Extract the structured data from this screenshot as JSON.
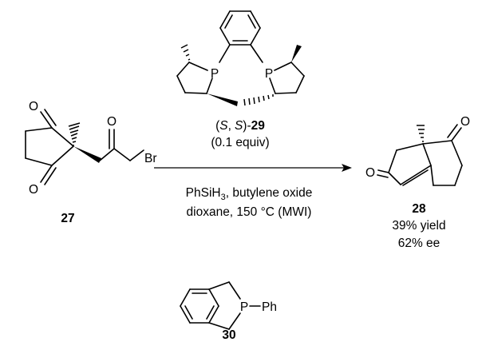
{
  "compound_27": {
    "label": "27",
    "atoms": {
      "o_top": "O",
      "o_bottom": "O",
      "o_ketone": "O",
      "br": "Br"
    }
  },
  "ligand_29": {
    "label": "29",
    "stereo_prefix": "(",
    "s1": "S",
    "comma": ",",
    "s2": "S",
    "stereo_suffix": ")-",
    "equiv": "(0.1 equiv)",
    "atoms": {
      "p_left": "P",
      "p_right": "P"
    }
  },
  "conditions": {
    "line1_text": "PhSiH",
    "line1_subscript": "3",
    "line1_rest": ", butylene oxide",
    "line2": "dioxane, 150 °C (MWI)"
  },
  "product_28": {
    "label": "28",
    "yield": "39% yield",
    "ee": "62% ee",
    "atoms": {
      "o_left": "O",
      "o_right": "O"
    }
  },
  "compound_30": {
    "label": "30",
    "atoms": {
      "p": "P",
      "ph": "Ph"
    }
  }
}
